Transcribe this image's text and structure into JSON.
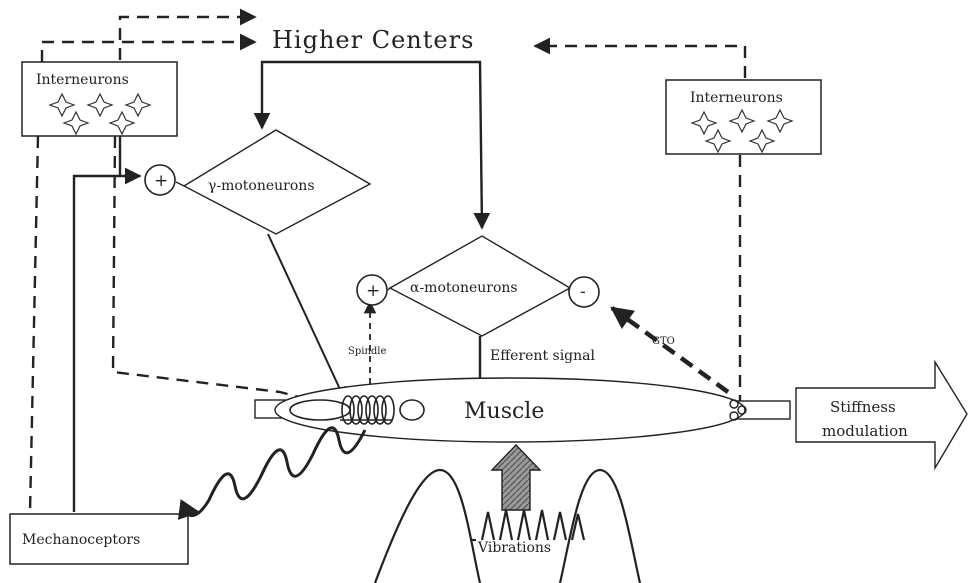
{
  "labels": {
    "higher_centers": "Higher Centers",
    "interneurons_left": "Interneurons",
    "interneurons_right": "Interneurons",
    "gamma_motoneurons": "γ-motoneurons",
    "alpha_motoneurons": "α-motoneurons",
    "plus_gamma": "+",
    "plus_alpha": "+",
    "minus_alpha": "-",
    "spindle": "Spindle",
    "efferent_signal": "Efferent signal",
    "gto": "GTO",
    "muscle": "Muscle",
    "stiffness_line1": "Stiffness",
    "stiffness_line2": "modulation",
    "mechanoceptors": "Mechanoceptors",
    "vibrations": "Vibrations"
  },
  "colors": {
    "ink": "#222222",
    "arrow_fill": "#888888",
    "background": "#ffffff"
  }
}
